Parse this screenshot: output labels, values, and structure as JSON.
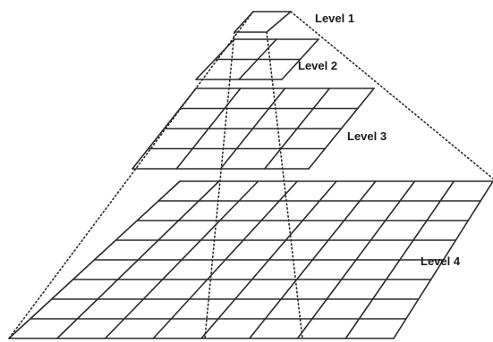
{
  "diagram": {
    "levels": [
      {
        "label": "Level 1",
        "grid_size": 1
      },
      {
        "label": "Level 2",
        "grid_size": 2
      },
      {
        "label": "Level 3",
        "grid_size": 4
      },
      {
        "label": "Level 4",
        "grid_size": 8
      }
    ]
  }
}
